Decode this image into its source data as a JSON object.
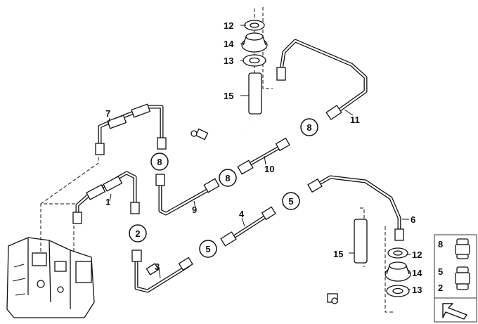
{
  "diagram": {
    "callouts": {
      "c1": "1",
      "c2": "2",
      "c3": "3",
      "c4": "4",
      "c5a": "5",
      "c5b": "5",
      "c6": "6",
      "c7": "7",
      "c8a": "8",
      "c8b": "8",
      "c8c": "8",
      "c9": "9",
      "c10": "10",
      "c11": "11",
      "c12a": "12",
      "c12b": "12",
      "c13a": "13",
      "c13b": "13",
      "c14a": "14",
      "c14b": "14",
      "c15a": "15",
      "c15b": "15"
    },
    "legend": {
      "l8": "8",
      "l5": "5",
      "l2": "2"
    }
  }
}
